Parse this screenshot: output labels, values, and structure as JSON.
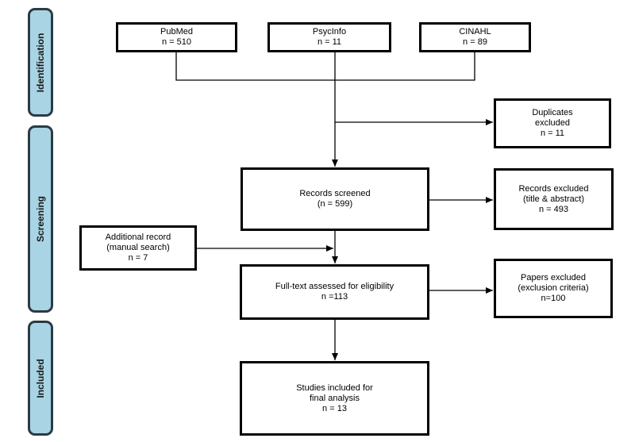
{
  "stages": {
    "identification": "Identification",
    "screening": "Screening",
    "included": "Included"
  },
  "sources": {
    "pubmed": {
      "name": "PubMed",
      "count": "n = 510"
    },
    "psycinfo": {
      "name": "PsycInfo",
      "count": "n = 11"
    },
    "cinahl": {
      "name": "CINAHL",
      "count": "n = 89"
    }
  },
  "duplicates": {
    "line1": "Duplicates",
    "line2": "excluded",
    "count": "n = 11"
  },
  "screened": {
    "line1": "Records screened",
    "count": "(n = 599)"
  },
  "records_excluded": {
    "line1": "Records excluded",
    "line2": "(title & abstract)",
    "count": "n = 493"
  },
  "additional": {
    "line1": "Additional record",
    "line2": "(manual search)",
    "count": "n = 7"
  },
  "fulltext": {
    "line1": "Full-text assessed for eligibility",
    "count": "n =113"
  },
  "papers_excluded": {
    "line1": "Papers excluded",
    "line2": "(exclusion criteria)",
    "count": "n=100"
  },
  "final": {
    "line1": "Studies included for",
    "line2": "final analysis",
    "count": "n = 13"
  },
  "colors": {
    "stage_fill": "#a9d4e3",
    "stage_border": "#2b3a44",
    "box_border": "#000000",
    "connector": "#000000"
  }
}
